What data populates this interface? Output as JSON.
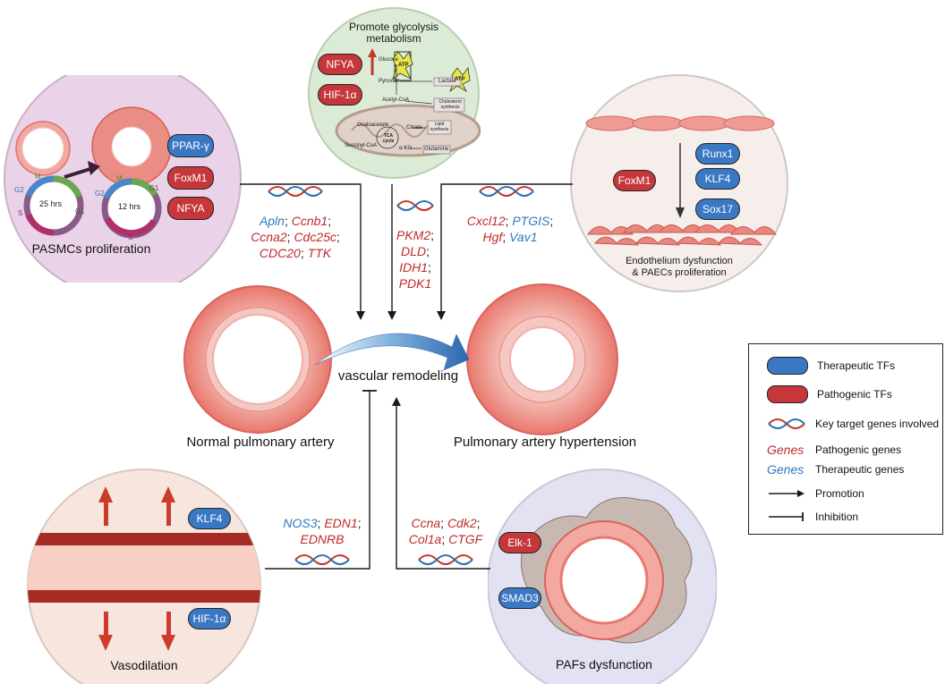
{
  "glycolysis": {
    "title_line1": "Promote glycolysis",
    "title_line2": "metabolism",
    "tf_nfya": "NFYA",
    "tf_hif": "HIF-1α",
    "glucose": "Glucose",
    "pyruvate": "Pyruvate",
    "acetyl_coa": "Acetyl-CoA",
    "lactate": "Lactate",
    "cholesterol": "Cholesterol synthesis",
    "oxaloacetate": "Oxaloacetate",
    "citrate": "Citrate",
    "lipid": "Lipid synthesis",
    "tca": "TCA cycle",
    "succinyl": "Succinyl-CoA",
    "akg": "α-KG",
    "glutamine": "Glutamine",
    "atp": "ATP"
  },
  "pasmc": {
    "caption": "PASMCs proliferation",
    "tf1": "PPAR-γ",
    "tf2": "FoxM1",
    "tf3": "NFYA",
    "cycle1_label": "25 hrs",
    "cycle2_label": "12 hrs",
    "phase_m": "M",
    "phase_g1": "G1",
    "phase_g2": "G2",
    "phase_s": "S"
  },
  "endo": {
    "caption_line1": "Endothelium dysfunction",
    "caption_line2": "& PAECs proliferation",
    "tf_foxm1": "FoxM1",
    "tf_runx1": "Runx1",
    "tf_klf4": "KLF4",
    "tf_sox17": "Sox17"
  },
  "vaso": {
    "caption": "Vasodilation",
    "tf_klf4": "KLF4",
    "tf_hif": "HIF-1α"
  },
  "paf": {
    "caption": "PAFs dysfunction",
    "tf_elk": "Elk-1",
    "tf_smad": "SMAD3"
  },
  "genes": {
    "left": {
      "apln": "Apln",
      "ccnb1": "Ccnb1",
      "ccna2": "Ccna2",
      "cdc25c": "Cdc25c",
      "cdc20": "CDC20",
      "ttk": "TTK"
    },
    "center": {
      "pkm2": "PKM2",
      "dld": "DLD",
      "idh1": "IDH1",
      "pdk1": "PDK1"
    },
    "right": {
      "cxcl12": "Cxcl12",
      "ptgis": "PTGIS",
      "hgf": "Hgf",
      "vav1": "Vav1"
    },
    "bottom_left": {
      "nos3": "NOS3",
      "edn1": "EDN1",
      "ednrb": "EDNRB"
    },
    "bottom_right": {
      "ccna": "Ccna",
      "cdk2": "Cdk2",
      "col1a": "Col1a",
      "ctgf": "CTGF"
    }
  },
  "center": {
    "remodeling": "vascular remodeling",
    "normal": "Normal pulmonary artery",
    "hypertension": "Pulmonary artery hypertension"
  },
  "legend": {
    "therapeutic_tfs": "Therapeutic TFs",
    "pathogenic_tfs": "Pathogenic TFs",
    "key_genes": "Key target genes involved",
    "genes_word": "Genes",
    "pathogenic_genes": "Pathogenic genes",
    "therapeutic_genes": "Therapeutic genes",
    "promotion": "Promotion",
    "inhibition": "Inhibition"
  },
  "colors": {
    "therapeutic": "#3b78c4",
    "pathogenic": "#c5373a",
    "pasmc_bg": "#ead3e8",
    "glyco_bg": "#dcebd6",
    "endo_bg": "#f6eeea",
    "vaso_bg": "#f7e6de",
    "paf_bg": "#e3e2f2"
  }
}
